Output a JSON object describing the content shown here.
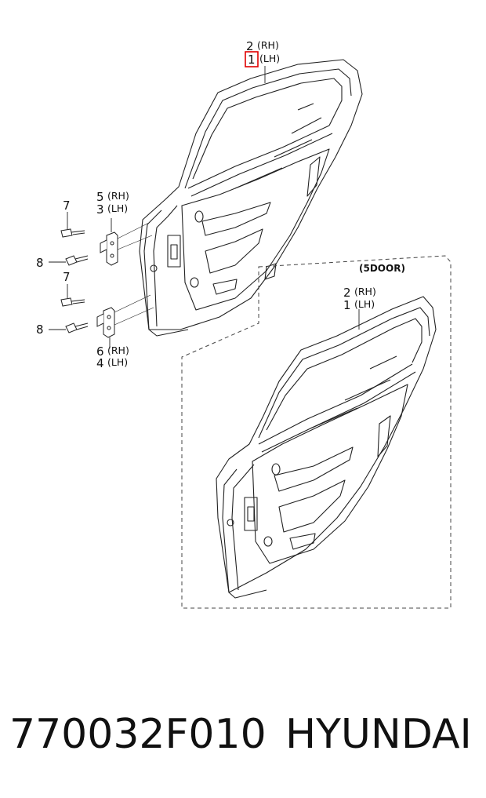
{
  "labels": {
    "main_rh_num": "2",
    "main_rh_side": "(RH)",
    "main_lh_num": "1",
    "main_lh_side": "(LH)",
    "upper_hinge_rh_num": "5",
    "upper_hinge_rh_side": "(RH)",
    "upper_hinge_lh_num": "3",
    "upper_hinge_lh_side": "(LH)",
    "lower_hinge_rh_num": "6",
    "lower_hinge_rh_side": "(RH)",
    "lower_hinge_lh_num": "4",
    "lower_hinge_lh_side": "(LH)",
    "bolt_top": "7",
    "bolt_mid": "7",
    "screw_top": "8",
    "screw_bottom": "8",
    "variant_title": "(5DOOR)",
    "variant_rh_num": "2",
    "variant_rh_side": "(RH)",
    "variant_lh_num": "1",
    "variant_lh_side": "(LH)"
  },
  "caption": {
    "part_number": "770032F010",
    "brand": "HYUNDAI"
  },
  "colors": {
    "line": "#222222",
    "highlight": "#e00000"
  }
}
